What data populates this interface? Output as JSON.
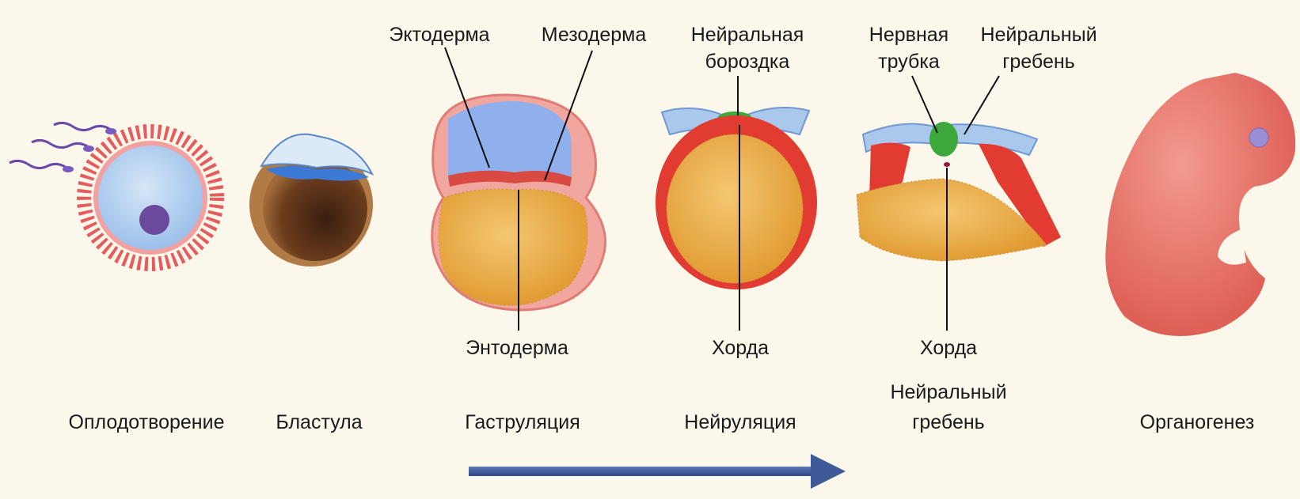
{
  "labels": {
    "ectoderm": "Эктодерма",
    "mesoderm": "Мезодерма",
    "neural_groove_1": "Нейральная",
    "neural_groove_2": "бороздка",
    "neural_tube_1": "Нервная",
    "neural_tube_2": "трубка",
    "neural_crest_top_1": "Нейральный",
    "neural_crest_top_2": "гребень",
    "endoderm": "Энтодерма",
    "chord_1": "Хорда",
    "chord_2": "Хорда"
  },
  "stages": {
    "fertilization": "Оплодотворение",
    "blastula": "Бластула",
    "gastrulation": "Гаструляция",
    "neurulation": "Нейруляция",
    "neural_crest_1": "Нейральный",
    "neural_crest_2": "гребень",
    "organogenesis": "Органогенез"
  },
  "colors": {
    "background": "#fbf7ea",
    "arrow": "#3d5a98",
    "yolk": "#e8ad52",
    "blastocoel": "#9cb6e8",
    "outer_layer": "#e8453b",
    "neural_green": "#3ca83c",
    "embryo": "#e8716a"
  }
}
